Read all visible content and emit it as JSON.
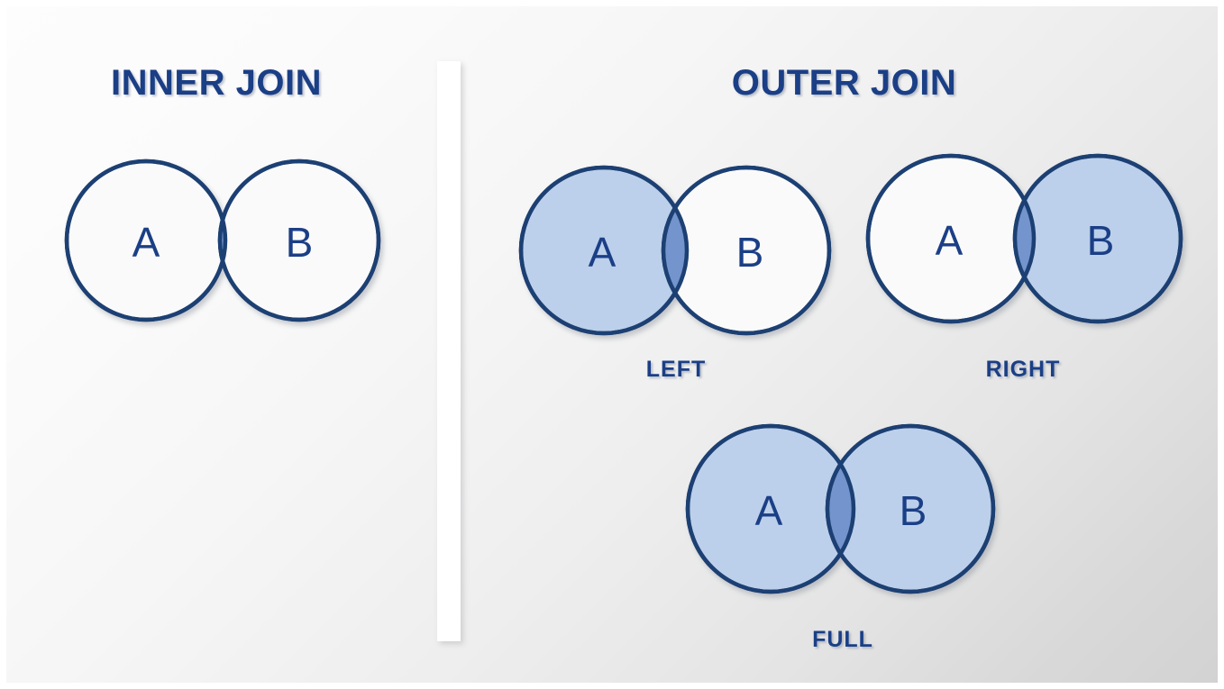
{
  "page": {
    "kind": "sql-join-venn-diagram",
    "background_top_left": "#fdfdfd",
    "background_bottom_right": "#d2d2d2"
  },
  "colors": {
    "stroke": "#1F3F73",
    "text": "#1B3F86",
    "fill_light": "#BCD0EB",
    "fill_intersection": "#7394CC",
    "fill_empty": "#FAFAFA",
    "divider": "#FFFFFF"
  },
  "panels": {
    "inner": {
      "title": "INNER JOIN",
      "diagram": {
        "name": "inner-join-venn",
        "left_label": "A",
        "right_label": "B",
        "left_filled": false,
        "right_filled": false,
        "intersection_filled": true,
        "caption": ""
      }
    },
    "outer": {
      "title": "OUTER JOIN",
      "diagrams": [
        {
          "name": "left-join-venn",
          "left_label": "A",
          "right_label": "B",
          "left_filled": true,
          "right_filled": false,
          "intersection_filled": true,
          "caption": "LEFT"
        },
        {
          "name": "right-join-venn",
          "left_label": "A",
          "right_label": "B",
          "left_filled": false,
          "right_filled": true,
          "intersection_filled": true,
          "caption": "RIGHT"
        },
        {
          "name": "full-join-venn",
          "left_label": "A",
          "right_label": "B",
          "left_filled": true,
          "right_filled": true,
          "intersection_filled": true,
          "caption": "FULL"
        }
      ]
    }
  }
}
